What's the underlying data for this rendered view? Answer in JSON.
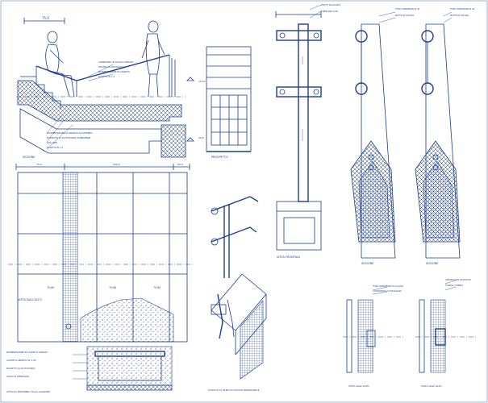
{
  "colors": {
    "ink": "#1d3d8f",
    "paper": "#ffffff"
  },
  "section_top": {
    "dim": "75,0",
    "notes": [
      "CORRIMANO IN ACCIAIO ZINCATO",
      "PIASTRA DI ANCORAGGIO",
      "PAVIMENTAZIONE IN GRANITO",
      "SOLETTA IN C.A."
    ],
    "layer_notes": [
      "PAVIMENTAZIONE IN GRANITO DA ESTERNO",
      "MASSETTO DI SOTTOFONDO E PENDENZE",
      "ISOLANTE",
      "SOLETTA IN C.A."
    ],
    "label": "SEZIONE"
  },
  "plan_view": {
    "dims": [
      "75,0",
      "300,0",
      "60,0"
    ],
    "cells": [
      "75,60",
      "75,60",
      "75,60"
    ],
    "title": "VISTA DALL'ALTO"
  },
  "detail": {
    "notes": [
      "PAVIMENTAZIONE IN LASTRE DI GRANITO",
      "LASTRE DI GRANITO SP. 3 CM",
      "MASSETTO DI SOTTOFONDO",
      "GHIAIA DI DRENAGGIO"
    ],
    "caption": "ATTACCO RINGHIERA SCALA GIARDINO"
  },
  "elevation": {
    "label": "PROSPETTO",
    "dims": [
      "110,0",
      "20,0"
    ]
  },
  "vertical": {
    "notes": [
      "PIATTO IN ACCIAIO",
      "TUBOLARE D.40"
    ],
    "title": "VISTA FRONTALE"
  },
  "isometric": {
    "caption": "ATTACCO AL MURO IN ACCIAIO INOSSIDABILE"
  },
  "section_1": {
    "notes": [
      "TUBO CORRIMANO Ø 40",
      "PIATTO IN ACCIAIO"
    ],
    "label": "SEZIONE"
  },
  "section_2": {
    "notes": [
      "TUBO CORRIMANO Ø 40",
      "PIATTO IN ACCIAIO"
    ],
    "label": "SEZIONE"
  },
  "bottom_details": {
    "notes_left": [
      "TUBO CORRIMANO DI ACCIAIO",
      "CON BORCHIA DI FISSAGGIO"
    ],
    "notes_right": [
      "ANCORAGGIO IN ACCIAIO",
      "TASSELLI CHIMICI"
    ],
    "caption_left": "VISTA DALL'ALTO",
    "caption_right": "VISTA DALL'ALTO"
  }
}
